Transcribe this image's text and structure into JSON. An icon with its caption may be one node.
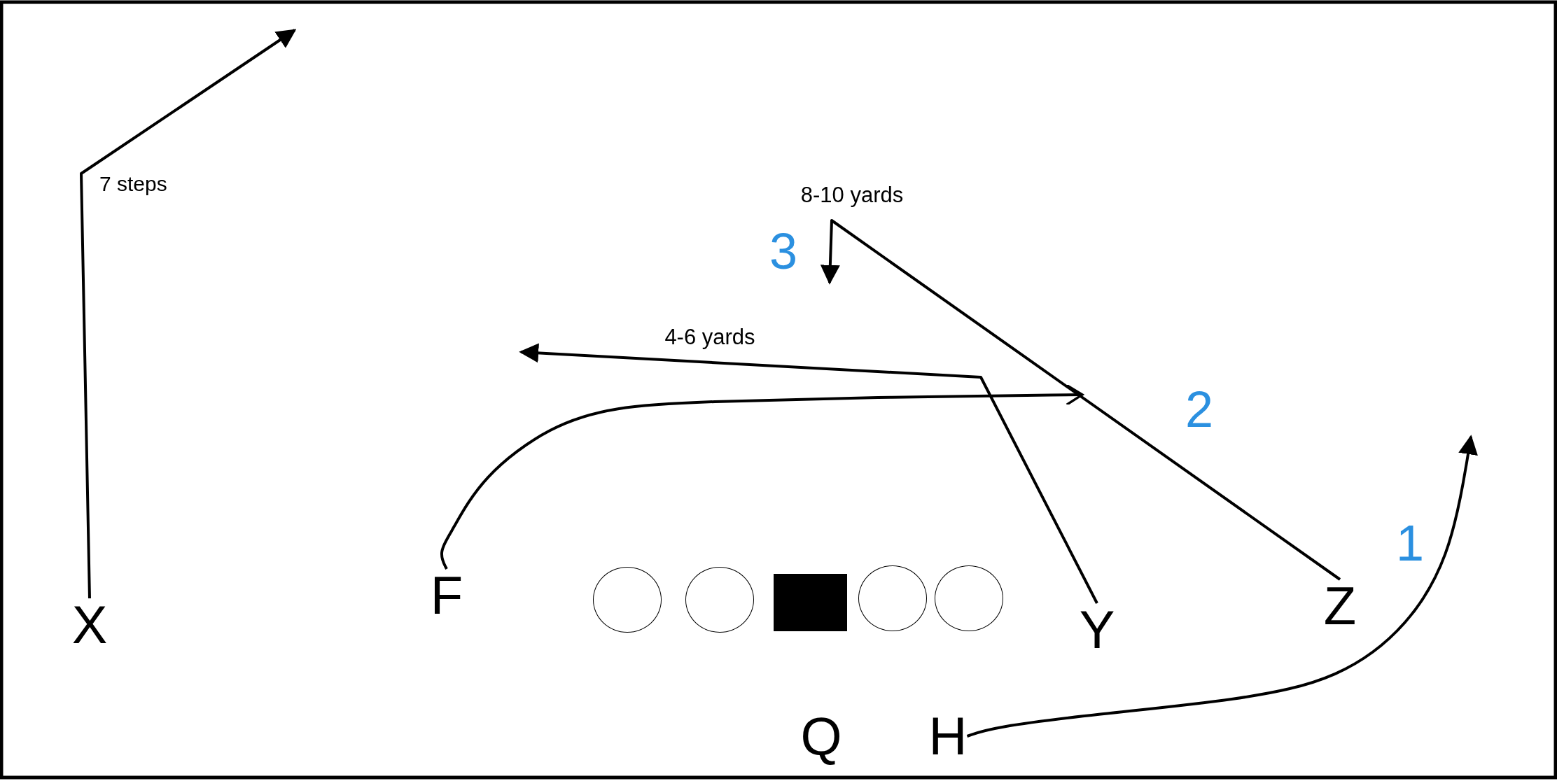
{
  "diagram": {
    "nodes": [
      {
        "text": [
          "X"
        ]
      },
      {
        "text": [
          "F"
        ]
      },
      {
        "text": [],
        "shape": "circle"
      },
      {
        "text": [],
        "shape": "circle"
      },
      {
        "text": [],
        "shape": "box"
      },
      {
        "text": [],
        "shape": "circle"
      },
      {
        "text": [],
        "shape": "circle"
      },
      {
        "text": [
          "Y"
        ]
      },
      {
        "text": [
          "Z"
        ]
      },
      {
        "text": [
          "Q"
        ]
      },
      {
        "text": [
          "H"
        ]
      }
    ],
    "edges": [
      {
        "from": 0,
        "to": null,
        "arrow": "to"
      },
      {
        "from": 1,
        "to": null,
        "arrow": "to"
      },
      {
        "from": 7,
        "to": null,
        "arrow": "to"
      },
      {
        "from": 8,
        "to": null,
        "arrow": "to"
      },
      {
        "from": 10,
        "to": null,
        "arrow": "to"
      }
    ],
    "labels": [
      "7 steps",
      "8-10 yards",
      "3",
      "4-6 yards",
      "2",
      "1"
    ]
  }
}
